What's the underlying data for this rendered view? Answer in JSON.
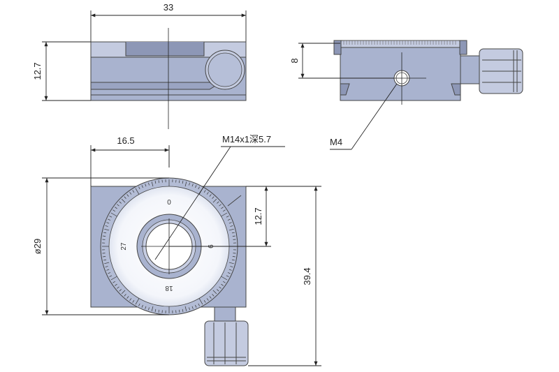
{
  "dimensions": {
    "width_top": "33",
    "height_left": "12.7",
    "side_height": "8",
    "thread_small": "M4",
    "thread_large": "M14x1深5.7",
    "offset_top": "16.5",
    "diameter": "ø29",
    "inner_height": "12.7",
    "total_height": "39.4"
  },
  "scale_labels": {
    "top": "0",
    "right": "9",
    "bottom": "18",
    "left": "27"
  },
  "colors": {
    "body": "#a9b3cf",
    "body_light": "#c4cbe0",
    "body_dark": "#8d97b6",
    "line": "#444444",
    "dimension": "#222222"
  }
}
